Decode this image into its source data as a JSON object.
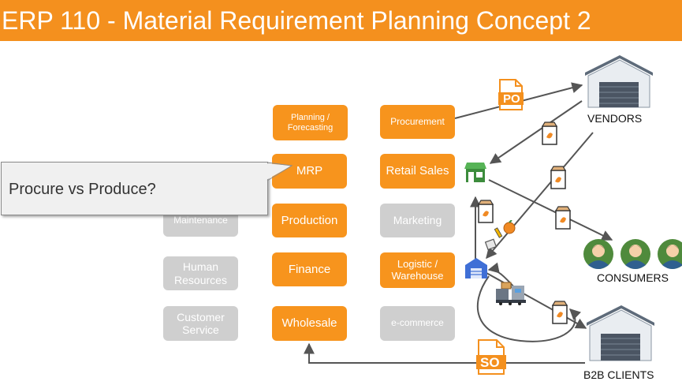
{
  "title": "ERP 110 - Material Requirement Planning Concept 2",
  "callout": "Procure vs Produce?",
  "modules": {
    "planning_forecasting": "Planning / Forecasting",
    "mrp": "MRP",
    "maintenance": "Maintenance",
    "production": "Production",
    "human_resources": "Human Resources",
    "finance": "Finance",
    "customer_service": "Customer Service",
    "wholesale": "Wholesale",
    "procurement": "Procurement",
    "retail_sales": "Retail Sales",
    "marketing": "Marketing",
    "logistic_warehouse": "Logistic / Warehouse",
    "ecommerce": "e-commerce"
  },
  "entities": {
    "vendors": "VENDORS",
    "consumers": "CONSUMERS",
    "b2b_clients": "B2B CLIENTS"
  },
  "documents": {
    "po": "PO",
    "so": "SO"
  },
  "colors": {
    "accent": "#f4901e",
    "module_active": "#f7941d",
    "module_inactive": "#cfcfcf",
    "arrow": "#555555"
  }
}
